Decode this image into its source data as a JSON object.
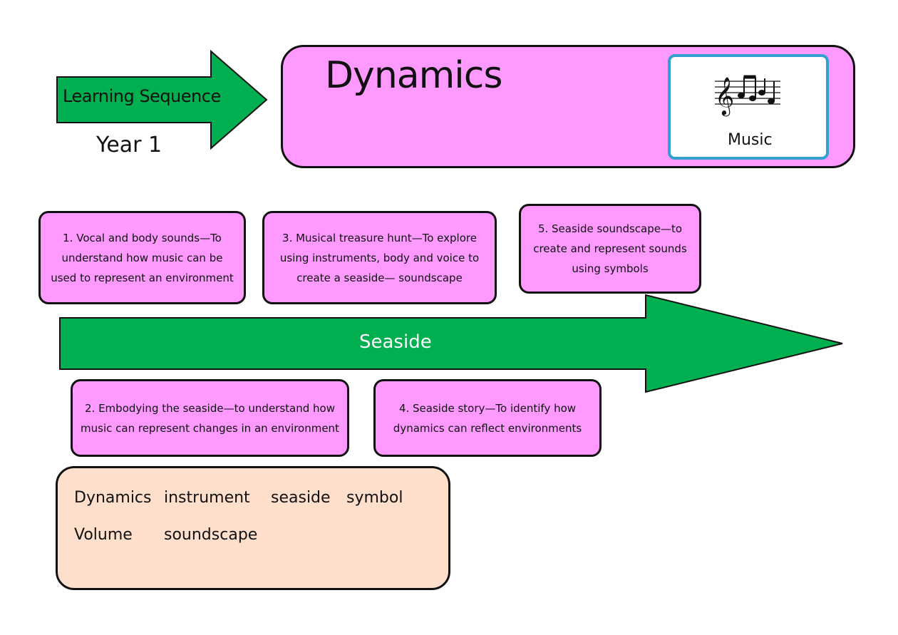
{
  "header": {
    "sequence_label": "Learning Sequence",
    "year_label": "Year 1",
    "topic_title": "Dynamics",
    "subject": {
      "label": "Music",
      "icon": "music-notes-icon"
    }
  },
  "timeline": {
    "theme": "Seaside",
    "lessons": [
      {
        "text": "1. Vocal and body sounds—To understand how music can be used to represent an environment"
      },
      {
        "text": "2. Embodying the seaside—to understand how music can represent changes in an environment"
      },
      {
        "text": "3. Musical treasure hunt—To explore using instruments, body and voice to create a seaside— soundscape"
      },
      {
        "text": "4. Seaside story—To identify how dynamics can reflect environments"
      },
      {
        "text": "5. Seaside soundscape—to create and represent sounds using symbols"
      }
    ]
  },
  "vocabulary": {
    "words": [
      "Dynamics",
      "instrument",
      "seaside",
      "symbol",
      "Volume",
      "soundscape"
    ]
  },
  "colors": {
    "arrow_green": "#00b050",
    "card_pink": "#fd99ff",
    "vocab_peach": "#fddfcc",
    "subject_border": "#33a0d0"
  }
}
